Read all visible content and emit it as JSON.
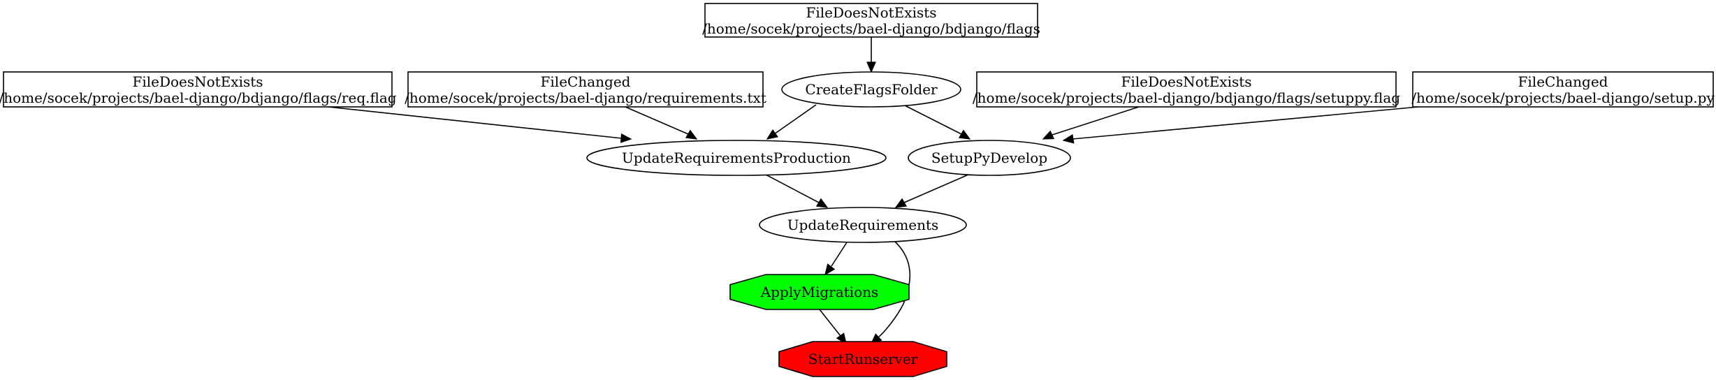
{
  "nodes": [
    {
      "id": "flags_folder",
      "shape": "box",
      "line1": "FileDoesNotExists",
      "line2": "/home/socek/projects/bael-django/bdjango/flags",
      "fill": "#ffffff"
    },
    {
      "id": "req_flag",
      "shape": "box",
      "line1": "FileDoesNotExists",
      "line2": "/home/socek/projects/bael-django/bdjango/flags/req.flag",
      "fill": "#ffffff"
    },
    {
      "id": "requirements_txt",
      "shape": "box",
      "line1": "FileChanged",
      "line2": "/home/socek/projects/bael-django/requirements.txt",
      "fill": "#ffffff"
    },
    {
      "id": "create_flags_folder",
      "shape": "ellipse",
      "line1": "CreateFlagsFolder",
      "fill": "#ffffff"
    },
    {
      "id": "setuppy_flag",
      "shape": "box",
      "line1": "FileDoesNotExists",
      "line2": "/home/socek/projects/bael-django/bdjango/flags/setuppy.flag",
      "fill": "#ffffff"
    },
    {
      "id": "setup_py",
      "shape": "box",
      "line1": "FileChanged",
      "line2": "/home/socek/projects/bael-django/setup.py",
      "fill": "#ffffff"
    },
    {
      "id": "update_requirements_production",
      "shape": "ellipse",
      "line1": "UpdateRequirementsProduction",
      "fill": "#ffffff"
    },
    {
      "id": "setup_py_develop",
      "shape": "ellipse",
      "line1": "SetupPyDevelop",
      "fill": "#ffffff"
    },
    {
      "id": "update_requirements",
      "shape": "ellipse",
      "line1": "UpdateRequirements",
      "fill": "#ffffff"
    },
    {
      "id": "apply_migrations",
      "shape": "octagon",
      "line1": "ApplyMigrations",
      "fill": "#00ff00"
    },
    {
      "id": "start_runserver",
      "shape": "octagon",
      "line1": "StartRunserver",
      "fill": "#ff0000"
    }
  ],
  "edges": [
    {
      "from": "flags_folder",
      "to": "create_flags_folder"
    },
    {
      "from": "req_flag",
      "to": "update_requirements_production"
    },
    {
      "from": "requirements_txt",
      "to": "update_requirements_production"
    },
    {
      "from": "create_flags_folder",
      "to": "update_requirements_production"
    },
    {
      "from": "create_flags_folder",
      "to": "setup_py_develop"
    },
    {
      "from": "setuppy_flag",
      "to": "setup_py_develop"
    },
    {
      "from": "setup_py",
      "to": "setup_py_develop"
    },
    {
      "from": "update_requirements_production",
      "to": "update_requirements"
    },
    {
      "from": "setup_py_develop",
      "to": "update_requirements"
    },
    {
      "from": "update_requirements",
      "to": "apply_migrations"
    },
    {
      "from": "update_requirements",
      "to": "start_runserver"
    },
    {
      "from": "apply_migrations",
      "to": "start_runserver"
    }
  ]
}
